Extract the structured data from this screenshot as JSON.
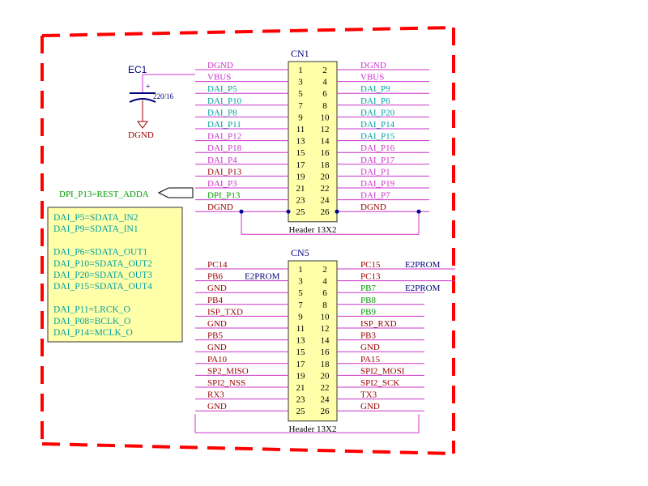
{
  "colors": {
    "wire": "#cc33cc",
    "border": "#ff0000",
    "box_stroke": "#333333",
    "box_fill": "#ffffaa",
    "net_magenta": "#cc33cc",
    "net_green": "#009900",
    "net_teal": "#00a0a0",
    "net_red": "#990000",
    "ref_text": "#00007a",
    "pin_text": "#000000",
    "junction": "#000099"
  },
  "cn1": {
    "ref": "CN1",
    "footer": "Header 13X2",
    "left_pins": [
      "1",
      "3",
      "5",
      "7",
      "9",
      "11",
      "13",
      "15",
      "17",
      "19",
      "21",
      "23",
      "25"
    ],
    "right_pins": [
      "2",
      "4",
      "6",
      "8",
      "10",
      "12",
      "14",
      "16",
      "18",
      "20",
      "22",
      "24",
      "26"
    ],
    "left_nets": [
      {
        "label": "DGND",
        "color": "magenta"
      },
      {
        "label": "VBUS",
        "color": "magenta"
      },
      {
        "label": "DAI_P5",
        "color": "teal"
      },
      {
        "label": "DAI_P10",
        "color": "teal"
      },
      {
        "label": "DAI_P8",
        "color": "teal"
      },
      {
        "label": "DAI_P11",
        "color": "teal"
      },
      {
        "label": "DAI_P12",
        "color": "magenta"
      },
      {
        "label": "DAI_P18",
        "color": "magenta"
      },
      {
        "label": "DAI_P4",
        "color": "magenta"
      },
      {
        "label": "DAI_P13",
        "color": "red"
      },
      {
        "label": "DAI_P3",
        "color": "magenta"
      },
      {
        "label": "DPI_P13",
        "color": "green"
      },
      {
        "label": "DGND",
        "color": "red"
      }
    ],
    "right_nets": [
      {
        "label": "DGND",
        "color": "magenta"
      },
      {
        "label": "VBUS",
        "color": "magenta"
      },
      {
        "label": "DAI_P9",
        "color": "teal"
      },
      {
        "label": "DAI_P6",
        "color": "teal"
      },
      {
        "label": "DAI_P20",
        "color": "teal"
      },
      {
        "label": "DAI_P14",
        "color": "teal"
      },
      {
        "label": "DAI_P15",
        "color": "teal"
      },
      {
        "label": "DAI_P16",
        "color": "magenta"
      },
      {
        "label": "DAI_P17",
        "color": "magenta"
      },
      {
        "label": "DAI_P1",
        "color": "magenta"
      },
      {
        "label": "DAI_P19",
        "color": "magenta"
      },
      {
        "label": "DAI_P7",
        "color": "magenta"
      },
      {
        "label": "DGND",
        "color": "red"
      }
    ]
  },
  "cn5": {
    "ref": "CN5",
    "footer": "Header 13X2",
    "left_pins": [
      "1",
      "3",
      "5",
      "7",
      "9",
      "11",
      "13",
      "15",
      "17",
      "19",
      "21",
      "23",
      "25"
    ],
    "right_pins": [
      "2",
      "4",
      "6",
      "8",
      "10",
      "12",
      "14",
      "16",
      "18",
      "20",
      "22",
      "24",
      "26"
    ],
    "left_nets": [
      {
        "label": "PC14",
        "color": "red"
      },
      {
        "label": "PB6",
        "color": "red"
      },
      {
        "label": "GND",
        "color": "red"
      },
      {
        "label": "PB4",
        "color": "red"
      },
      {
        "label": "ISP_TXD",
        "color": "red"
      },
      {
        "label": "GND",
        "color": "red"
      },
      {
        "label": "PB5",
        "color": "red"
      },
      {
        "label": "GND",
        "color": "red"
      },
      {
        "label": "PA10",
        "color": "red"
      },
      {
        "label": "SP2_MISO",
        "color": "red"
      },
      {
        "label": "SPI2_NSS",
        "color": "red"
      },
      {
        "label": "RX3",
        "color": "red"
      },
      {
        "label": "GND",
        "color": "red"
      }
    ],
    "right_nets": [
      {
        "label": "PC15",
        "color": "red"
      },
      {
        "label": "PC13",
        "color": "red"
      },
      {
        "label": "PB7",
        "color": "green"
      },
      {
        "label": "PB8",
        "color": "green"
      },
      {
        "label": "PB9",
        "color": "green"
      },
      {
        "label": "ISP_RXD",
        "color": "red"
      },
      {
        "label": "PB3",
        "color": "red"
      },
      {
        "label": "GND",
        "color": "red"
      },
      {
        "label": "PA15",
        "color": "red"
      },
      {
        "label": "SPI2_MOSI",
        "color": "red"
      },
      {
        "label": "SPI2_SCK",
        "color": "red"
      },
      {
        "label": "TX3",
        "color": "red"
      },
      {
        "label": "GND",
        "color": "red"
      }
    ],
    "e2prom": "E2PROM"
  },
  "ec1": {
    "ref": "EC1",
    "value": "220/16",
    "plus": "+",
    "ground": "DGND"
  },
  "port": {
    "label": "DPI_P13=REST_ADDA"
  },
  "note": {
    "lines": [
      "DAI_P5=SDATA_IN2",
      "DAI_P9=SDATA_IN1",
      "",
      "DAI_P6=SDATA_OUT1",
      "DAI_P10=SDATA_OUT2",
      "DAI_P20=SDATA_OUT3",
      "DAI_P15=SDATA_OUT4",
      "",
      "DAI_P11=LRCK_O",
      "DAI_P08=BCLK_O",
      "DAI_P14=MCLK_O"
    ]
  }
}
